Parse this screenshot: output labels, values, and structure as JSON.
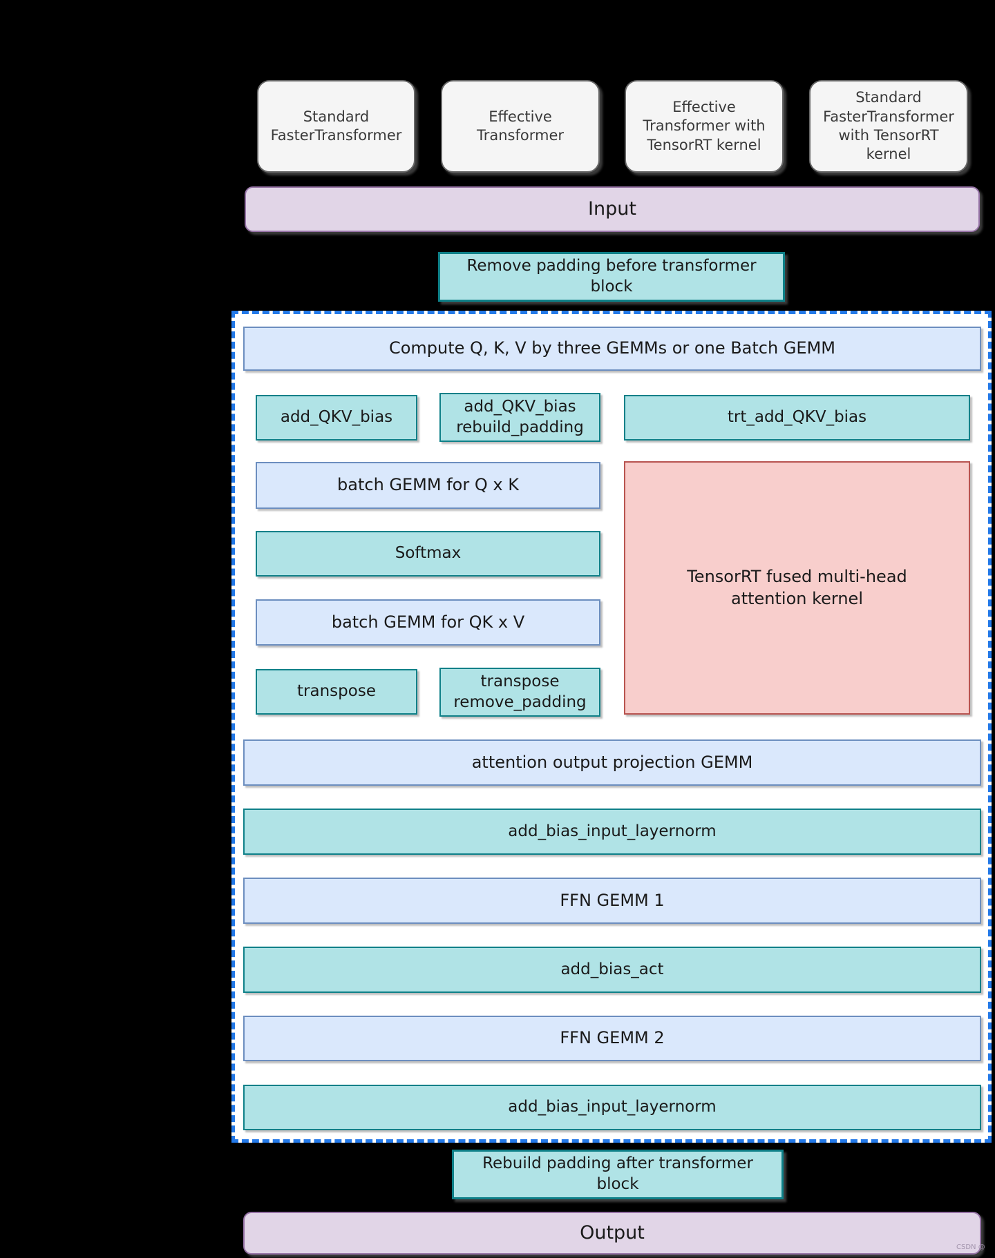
{
  "colors": {
    "background": "#000000",
    "gray_box_fill": "#f5f5f5",
    "gray_box_border": "#666666",
    "purple_fill": "#e1d5e7",
    "purple_border": "#9673a6",
    "teal_fill": "#b0e3e6",
    "teal_border": "#0e8088",
    "blue_fill": "#dae8fc",
    "blue_border": "#6c8ebf",
    "red_fill": "#f8cecc",
    "red_border": "#b85450",
    "dashed_container_border": "#2379e8",
    "dashed_container_fill": "#ffffff"
  },
  "top_row": [
    {
      "label": "Standard FasterTransformer"
    },
    {
      "label": "Effective Transformer"
    },
    {
      "label": "Effective Transformer with TensorRT kernel"
    },
    {
      "label": "Standard FasterTransformer with TensorRT kernel"
    }
  ],
  "input_bar": {
    "label": "Input"
  },
  "pre_block": {
    "label": "Remove padding before transformer block"
  },
  "transformer_block": {
    "compute_qkv": "Compute Q, K, V by three GEMMs or one Batch GEMM",
    "add_qkv_bias": "add_QKV_bias",
    "add_qkv_bias_rebuild_padding": "add_QKV_bias rebuild_padding",
    "trt_add_qkv_bias": "trt_add_QKV_bias",
    "batch_gemm_qk": "batch GEMM for Q x K",
    "softmax": "Softmax",
    "batch_gemm_qkv": "batch GEMM for QK x V",
    "transpose": "transpose",
    "transpose_remove_padding": "transpose remove_padding",
    "trt_fused_mha": "TensorRT fused multi-head attention kernel",
    "attention_output_projection": "attention output projection GEMM",
    "add_bias_input_layernorm_1": "add_bias_input_layernorm",
    "ffn_gemm_1": "FFN GEMM 1",
    "add_bias_act": "add_bias_act",
    "ffn_gemm_2": "FFN GEMM 2",
    "add_bias_input_layernorm_2": "add_bias_input_layernorm"
  },
  "post_block": {
    "label": "Rebuild padding after transformer block"
  },
  "output_bar": {
    "label": "Output"
  },
  "watermark": "CSDN @"
}
